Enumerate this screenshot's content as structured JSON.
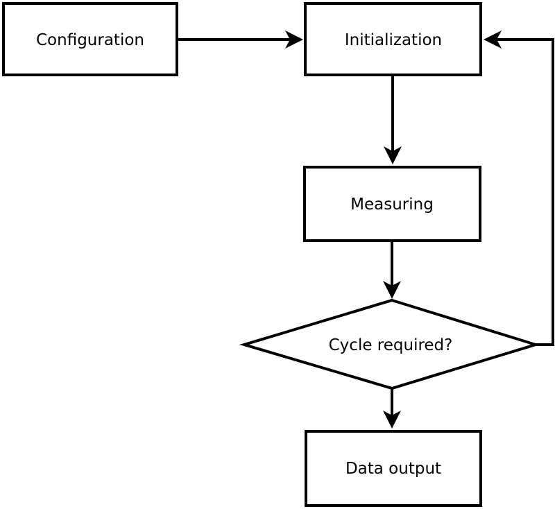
{
  "diagram": {
    "type": "flowchart",
    "colors": {
      "background": "#ffffff",
      "shape_fill": "#ffffff",
      "line": "#000000",
      "text": "#000000"
    },
    "nodes": [
      {
        "id": "configuration",
        "label": "Configuration",
        "shape": "rectangle"
      },
      {
        "id": "initialization",
        "label": "Initialization",
        "shape": "rectangle"
      },
      {
        "id": "measuring",
        "label": "Measuring",
        "shape": "rectangle"
      },
      {
        "id": "cycle-required",
        "label": "Cycle required?",
        "shape": "diamond"
      },
      {
        "id": "data-output",
        "label": "Data output",
        "shape": "rectangle"
      }
    ],
    "edges": [
      {
        "from": "configuration",
        "to": "initialization",
        "label": ""
      },
      {
        "from": "initialization",
        "to": "measuring",
        "label": ""
      },
      {
        "from": "measuring",
        "to": "cycle-required",
        "label": ""
      },
      {
        "from": "cycle-required",
        "to": "data-output",
        "label": ""
      },
      {
        "from": "cycle-required",
        "to": "initialization",
        "label": "",
        "kind": "feedback-loop"
      }
    ]
  }
}
